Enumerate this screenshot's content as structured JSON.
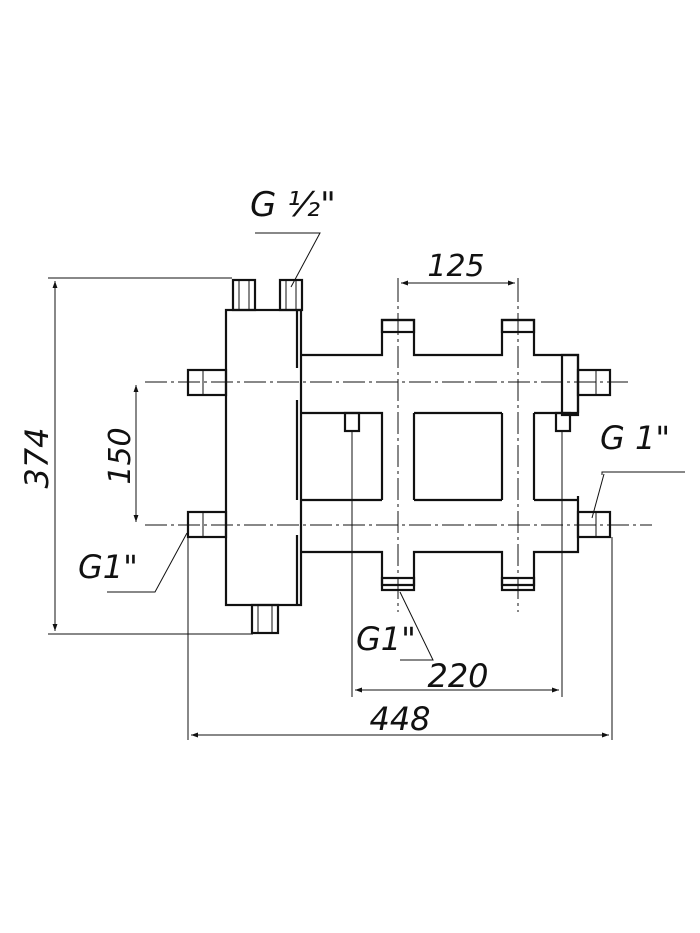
{
  "labels": {
    "thread_half": "G ½\"",
    "thread_one_right": "G  1\"",
    "thread_one_left": "G1\"",
    "thread_one_bottom": "G1\""
  },
  "dimensions": {
    "pitch_125": "125",
    "height_374": "374",
    "spacing_150": "150",
    "spacing_220": "220",
    "width_448": "448"
  }
}
